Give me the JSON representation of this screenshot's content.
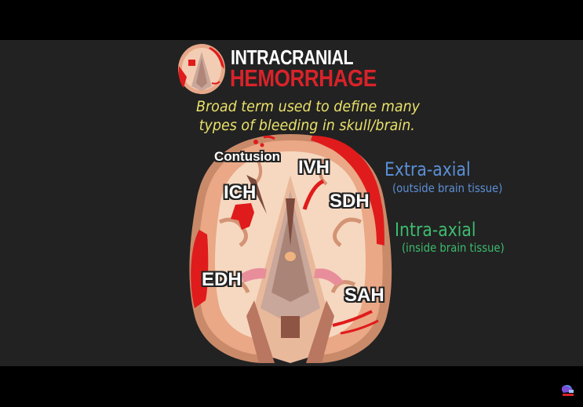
{
  "slide": {
    "title_line1": "INTRACRANIAL",
    "title_line2": "HEMORRHAGE",
    "subtitle_line1": "Broad term used to define many",
    "subtitle_line2": "types of bleeding in skull/brain.",
    "colors": {
      "background": "#222222",
      "letterbox": "#000000",
      "title_white": "#ffffff",
      "title_red": "#d8232a",
      "subtitle_yellow": "#e9e06a",
      "extra_axial_blue": "#5b8fd6",
      "intra_axial_green": "#3dbb6e",
      "blood_red": "#e01b1b"
    }
  },
  "legend": {
    "extra_axial": {
      "label": "Extra-axial",
      "description": "(outside brain tissue)"
    },
    "intra_axial": {
      "label": "Intra-axial",
      "description": "(inside brain tissue)"
    }
  },
  "diagram": {
    "labels": {
      "contusion": "Contusion",
      "ivh": "IVH",
      "ich": "ICH",
      "sdh": "SDH",
      "edh": "EDH",
      "sah": "SAH"
    }
  },
  "channel_logo": {
    "icon": "brain-logo-icon"
  }
}
